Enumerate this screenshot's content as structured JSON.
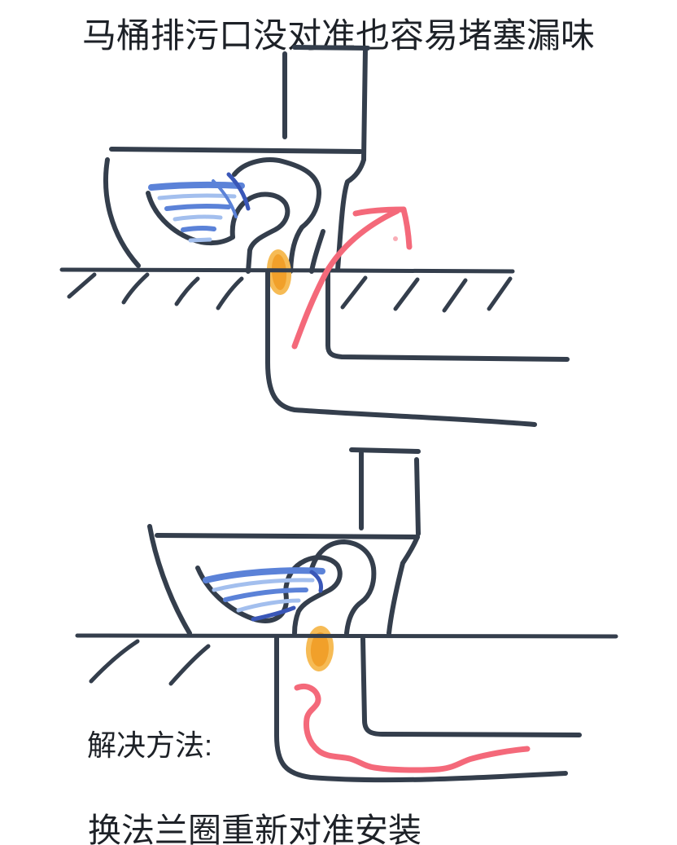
{
  "title": "马桶排污口没对准也容易堵塞漏味",
  "solution": {
    "label": "解决方法:",
    "text": "换法兰圈重新对准安装"
  },
  "colors": {
    "background": "#ffffff",
    "text": "#1d2127",
    "ink": "#343e4c",
    "water_blue": "#5b82d8",
    "water_light": "#a3bfee",
    "water_dark": "#3a57b8",
    "flange_orange": "#f1a02a",
    "flange_orange_light": "#f6bb55",
    "flow_pink": "#f4697a"
  }
}
